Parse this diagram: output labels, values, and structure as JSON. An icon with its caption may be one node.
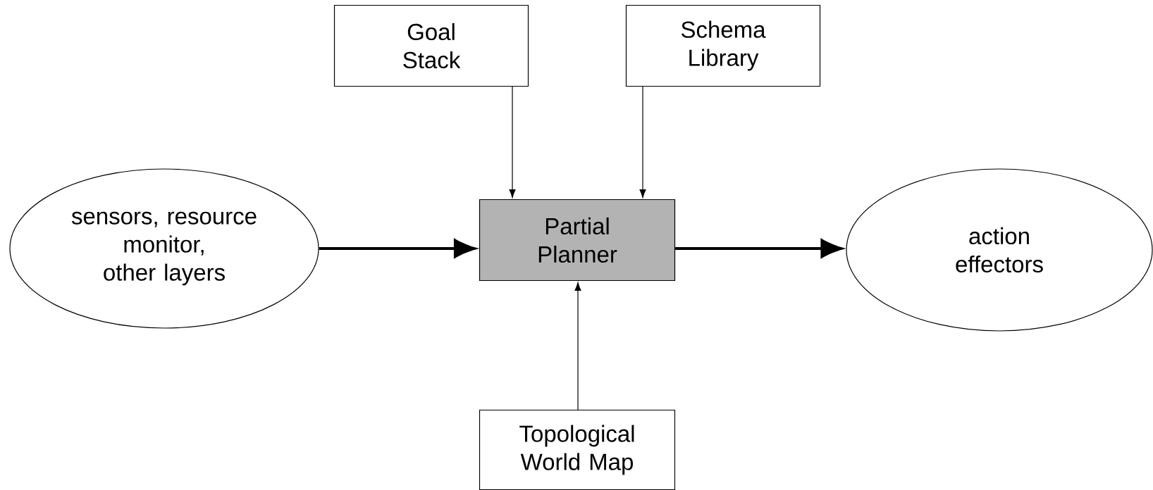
{
  "diagram": {
    "nodes": [
      {
        "text": [
          "Goal Stack"
        ]
      },
      {
        "text": [
          "Schema Library"
        ]
      },
      {
        "text": [
          "Partial Planner"
        ]
      },
      {
        "text": [
          "sensors, resource monitor, other layers"
        ]
      },
      {
        "text": [
          "action effectors"
        ]
      },
      {
        "text": [
          "Topological World Map"
        ]
      }
    ],
    "edges": [
      {
        "from": 0,
        "to": 2,
        "arrow": "to"
      },
      {
        "from": 1,
        "to": 2,
        "arrow": "to"
      },
      {
        "from": 3,
        "to": 2,
        "arrow": "to",
        "style": "thick"
      },
      {
        "from": 2,
        "to": 4,
        "arrow": "to",
        "style": "thick"
      },
      {
        "from": 5,
        "to": 2,
        "arrow": "to"
      }
    ]
  }
}
